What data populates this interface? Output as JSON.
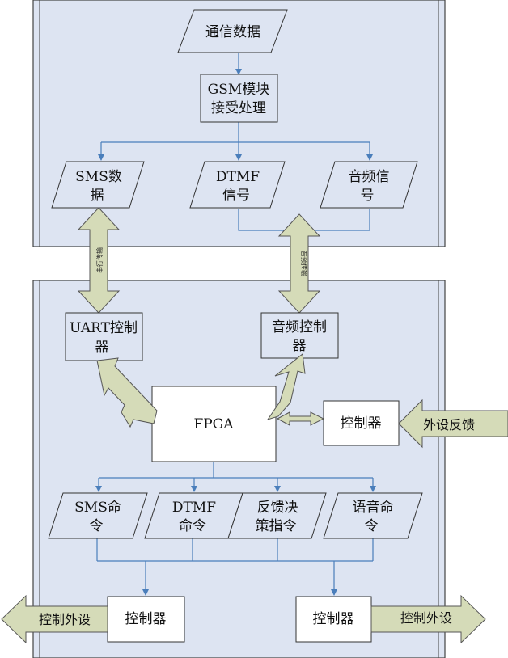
{
  "colors": {
    "panel_fill": "#dde4f2",
    "panel_border": "#444444",
    "connector": "#4a7ebb",
    "thick_arrow_fill": "#d5dbb8",
    "thick_arrow_stroke": "#555555"
  },
  "top_panel": {
    "comm_data": "通信数据",
    "gsm_line1": "GSM模块",
    "gsm_line2": "接受处理",
    "sms_data_line1": "SMS数",
    "sms_data_line2": "据",
    "dtmf_signal_line1": "DTMF",
    "dtmf_signal_line2": "信号",
    "audio_signal_line1": "音频信",
    "audio_signal_line2": "号"
  },
  "links": {
    "serial_transfer": "串行传输",
    "audio_transfer": "音频传输"
  },
  "bottom_panel": {
    "uart_line1": "UART控制",
    "uart_line2": "器",
    "audio_ctrl_line1": "音频控制",
    "audio_ctrl_line2": "器",
    "fpga": "FPGA",
    "feedback_ctrl": "控制器",
    "sms_cmd_line1": "SMS命",
    "sms_cmd_line2": "令",
    "dtmf_cmd_line1": "DTMF",
    "dtmf_cmd_line2": "命令",
    "feedback_cmd_line1": "反馈决",
    "feedback_cmd_line2": "策指令",
    "voice_cmd_line1": "语音命",
    "voice_cmd_line2": "令",
    "left_ctrl": "控制器",
    "right_ctrl": "控制器"
  },
  "external": {
    "feedback_in": "外设反馈",
    "control_out_left": "控制外设",
    "control_out_right": "控制外设"
  }
}
